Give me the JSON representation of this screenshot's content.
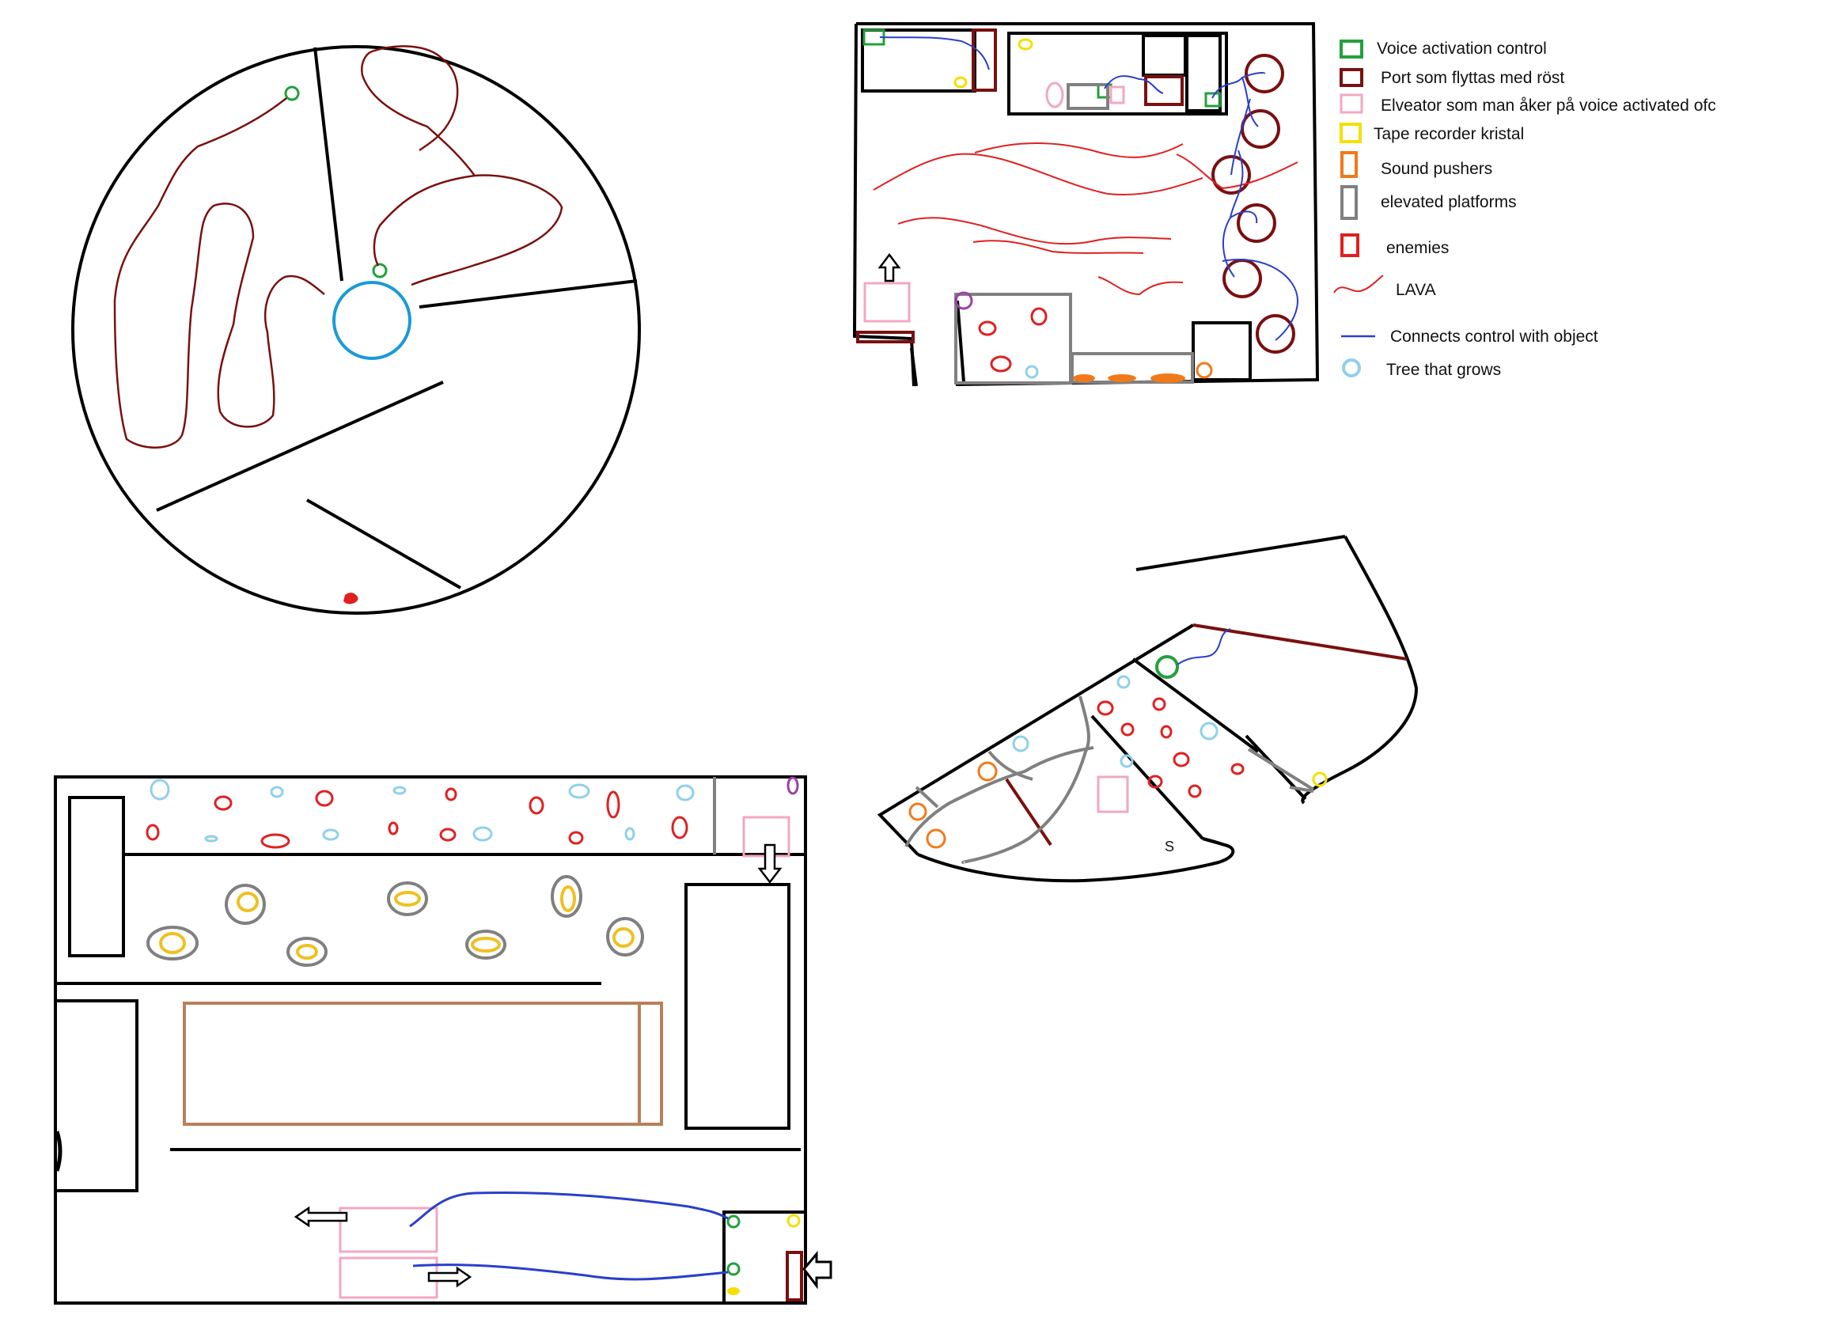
{
  "colors": {
    "wall": "#000000",
    "voice_control": "#22a03c",
    "port": "#7a1010",
    "elevator": "#f2a7c3",
    "tape_recorder": "#f5e000",
    "sound_pusher": "#f07a1a",
    "platform": "#808080",
    "enemy": "#e02020",
    "lava": "#e02020",
    "connection": "#2a3fc8",
    "tree": "#8fd0ea",
    "center_ring": "#1a9ad8",
    "purple_marker": "#9b3fa8",
    "bridge": "#b8805a"
  },
  "legend": {
    "items": [
      {
        "label": "Voice activation control",
        "icon": "green-square-icon"
      },
      {
        "label": "Port som flyttas med röst",
        "icon": "dark-red-square-icon"
      },
      {
        "label": "Elveator som man åker på voice activated ofc",
        "icon": "pink-square-icon"
      },
      {
        "label": "Tape recorder kristal",
        "icon": "yellow-square-icon"
      },
      {
        "label": "Sound pushers",
        "icon": "orange-rect-icon"
      },
      {
        "label": "elevated platforms",
        "icon": "grey-rect-icon"
      },
      {
        "label": "enemies",
        "icon": "red-square-icon"
      },
      {
        "label": "LAVA",
        "icon": "lava-squiggle-icon"
      },
      {
        "label": "Connects control with object",
        "icon": "blue-line-icon"
      },
      {
        "label": "Tree that grows",
        "icon": "light-blue-circle-icon"
      }
    ]
  },
  "fan_map": {
    "start_label": "S"
  },
  "icons": {
    "up_arrow": "up-arrow-icon",
    "down_arrow": "down-arrow-icon",
    "left_arrow": "left-arrow-icon",
    "right_arrow": "right-arrow-icon"
  }
}
